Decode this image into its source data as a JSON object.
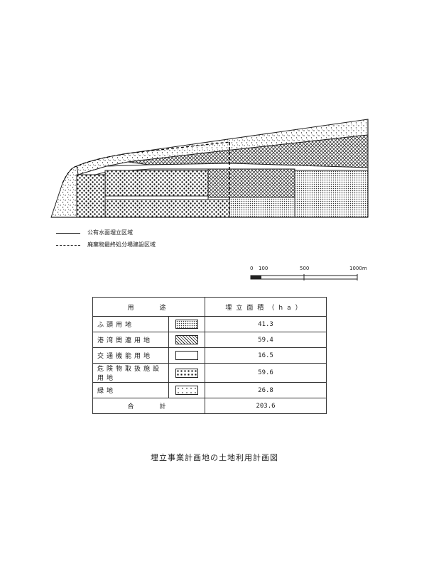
{
  "legend": {
    "reclamation_area": "公有水面埋立区域",
    "disposal_area": "廃棄物最終処分場建設区域"
  },
  "scale": {
    "labels": [
      "0",
      "100",
      "500",
      "1000m"
    ]
  },
  "table": {
    "header_use": "用　　途",
    "header_area": "埋立面積（ha）",
    "rows": [
      {
        "use": "ふ頭用地",
        "area": "41.3",
        "pattern": "dense-dots"
      },
      {
        "use": "港湾関連用地",
        "area": "59.4",
        "pattern": "crosshatch"
      },
      {
        "use": "交通機能用地",
        "area": "16.5",
        "pattern": "blank"
      },
      {
        "use": "危険物取扱施設用地",
        "area": "59.6",
        "pattern": "bold-dots"
      },
      {
        "use": "緑地",
        "area": "26.8",
        "pattern": "sparse-dots"
      }
    ],
    "total_label": "合　　計",
    "total_area": "203.6"
  },
  "caption": "埋立事業計画地の土地利用計画図",
  "colors": {
    "ink": "#222222",
    "paper": "#ffffff"
  }
}
